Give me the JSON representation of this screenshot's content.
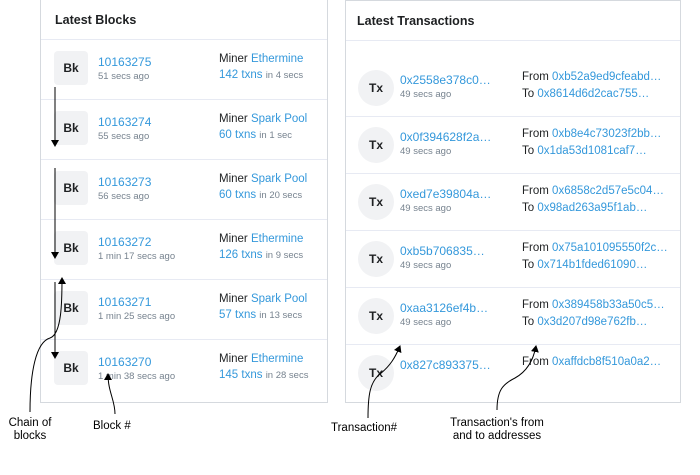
{
  "blocks": {
    "title": "Latest Blocks",
    "badge": "Bk",
    "miner_label": "Miner",
    "txns_suffix": "txns",
    "items": [
      {
        "number": "10163275",
        "age": "51 secs ago",
        "miner": "Ethermine",
        "txns": "142",
        "time": "in 4 secs"
      },
      {
        "number": "10163274",
        "age": "55 secs ago",
        "miner": "Spark Pool",
        "txns": "60",
        "time": "in 1 sec"
      },
      {
        "number": "10163273",
        "age": "56 secs ago",
        "miner": "Spark Pool",
        "txns": "60",
        "time": "in 20 secs"
      },
      {
        "number": "10163272",
        "age": "1 min 17 secs ago",
        "miner": "Ethermine",
        "txns": "126",
        "time": "in 9 secs"
      },
      {
        "number": "10163271",
        "age": "1 min 25 secs ago",
        "miner": "Spark Pool",
        "txns": "57",
        "time": "in 13 secs"
      },
      {
        "number": "10163270",
        "age": "1 min 38 secs ago",
        "miner": "Ethermine",
        "txns": "145",
        "time": "in 28 secs"
      }
    ]
  },
  "transactions": {
    "title": "Latest Transactions",
    "badge": "Tx",
    "from_label": "From",
    "to_label": "To",
    "items": [
      {
        "hash": "0x2558e378c0…",
        "age": "49 secs ago",
        "from": "0xb52a9ed9cfeabd…",
        "to": "0x8614d6d2cac755…"
      },
      {
        "hash": "0x0f394628f2a…",
        "age": "49 secs ago",
        "from": "0xb8e4c73023f2bb…",
        "to": "0x1da53d1081caf7…"
      },
      {
        "hash": "0xed7e39804a…",
        "age": "49 secs ago",
        "from": "0x6858c2d57e5c04…",
        "to": "0x98ad263a95f1ab…"
      },
      {
        "hash": "0xb5b706835…",
        "age": "49 secs ago",
        "from": "0x75a101095550f2c…",
        "to": "0x714b1fded61090…"
      },
      {
        "hash": "0xaa3126ef4b…",
        "age": "49 secs ago",
        "from": "0x389458b33a50c5…",
        "to": "0x3d207d98e762fb…"
      },
      {
        "hash": "0x827c893375…",
        "age": "",
        "from": "0xaffdcb8f510a0a2…",
        "to": ""
      }
    ]
  },
  "annotations": {
    "chain_line1": "Chain of",
    "chain_line2": "blocks",
    "block_number": "Block #",
    "transaction_number": "Transaction#",
    "addresses_line1": "Transaction's from",
    "addresses_line2": "and to addresses"
  }
}
